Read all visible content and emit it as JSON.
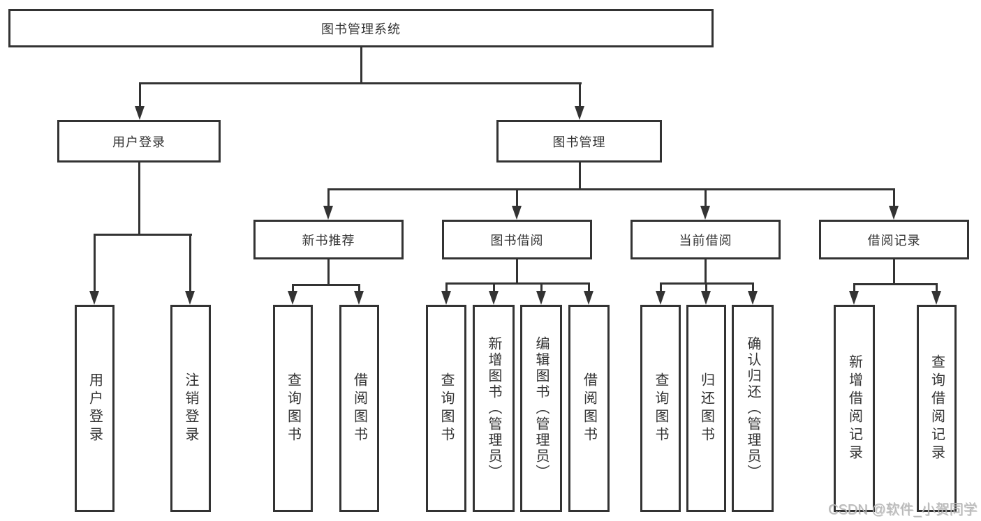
{
  "diagram": {
    "root": "图书管理系统",
    "l2": [
      "用户登录",
      "图书管理"
    ],
    "l3": [
      "新书推荐",
      "图书借阅",
      "当前借阅",
      "借阅记录"
    ],
    "user_login_leaves": [
      "用户登录",
      "注销登录"
    ],
    "new_book_leaves": [
      "查询图书",
      "借阅图书"
    ],
    "book_borrow_leaves": [
      "查询图书",
      "新增图书（管理员）",
      "编辑图书（管理员）",
      "借阅图书"
    ],
    "current_borrow_leaves": [
      "查询图书",
      "归还图书",
      "确认归还（管理员）"
    ],
    "borrow_record_leaves": [
      "新增借阅记录",
      "查询借阅记录"
    ],
    "watermark": "CSDN @软件_小贺同学",
    "colors": {
      "line": "#333333",
      "text": "#333333",
      "background": "#ffffff",
      "watermark": "#b9b9b9"
    }
  }
}
